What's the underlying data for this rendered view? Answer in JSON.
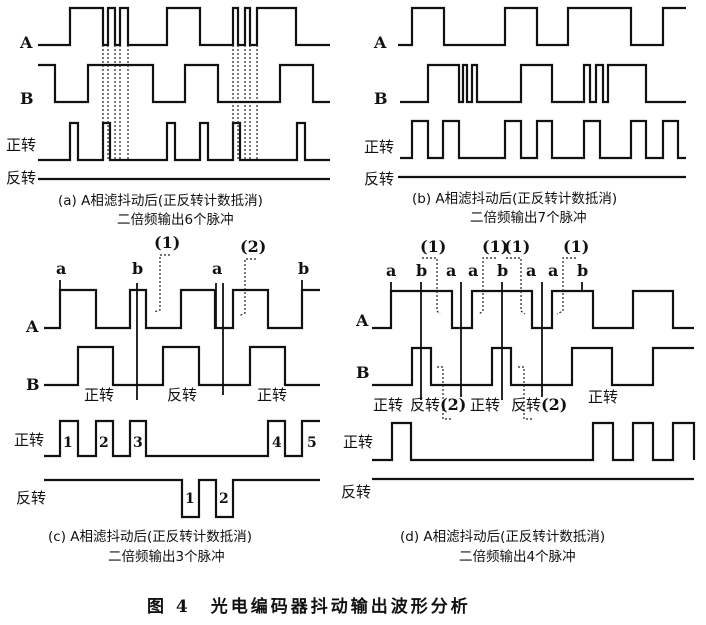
{
  "figure_title": "图 4　光电编码器抖动输出波形分析",
  "panels": {
    "a": {
      "signal_labels": [
        "A",
        "B",
        "正转",
        "反转"
      ],
      "caption_line1": "(a) A相滤抖动后(正反转计数抵消)",
      "caption_line2": "二倍频输出6个脉冲"
    },
    "b": {
      "signal_labels": [
        "A",
        "B",
        "正转",
        "反转"
      ],
      "caption_line1": "(b) A相滤抖动后(正反转计数抵消)",
      "caption_line2": "二倍频输出7个脉冲"
    },
    "c": {
      "signal_labels": [
        "A",
        "B",
        "正转",
        "反转"
      ],
      "edge_labels": [
        "a",
        "b",
        "a",
        "b"
      ],
      "annotations": [
        "(1)",
        "(2)"
      ],
      "direction_labels": [
        "正转",
        "反转",
        "正转"
      ],
      "forward_pulse_numbers": [
        "1",
        "2",
        "3",
        "4",
        "5"
      ],
      "reverse_pulse_numbers": [
        "1",
        "2"
      ],
      "caption_line1": "(c) A相滤抖动后(正反转计数抵消)",
      "caption_line2": "二倍频输出3个脉冲"
    },
    "d": {
      "signal_labels": [
        "A",
        "B",
        "正转",
        "反转"
      ],
      "edge_labels": [
        "a",
        "b",
        "a",
        "a",
        "b",
        "a",
        "a",
        "b"
      ],
      "annotations": [
        "(1)",
        "(1)",
        "(1)",
        "(1)"
      ],
      "direction_labels": [
        "正转",
        "反转",
        "(2)",
        "正转",
        "反转",
        "(2)",
        "正转"
      ],
      "caption_line1": "(d) A相滤抖动后(正反转计数抵消)",
      "caption_line2": "二倍频输出4个脉冲"
    }
  }
}
